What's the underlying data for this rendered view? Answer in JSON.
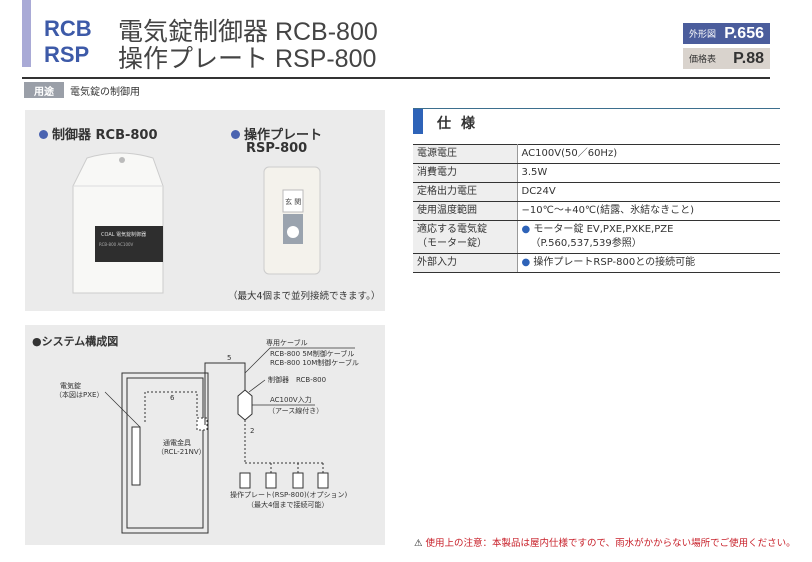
{
  "header": {
    "codes": [
      "RCB",
      "RSP"
    ],
    "titles": [
      "電気錠制御器 RCB-800",
      "操作プレート RSP-800"
    ],
    "badges": [
      {
        "key": "外形図",
        "value": "P.656"
      },
      {
        "key": "価格表",
        "value": "P.88"
      }
    ]
  },
  "use": {
    "tag": "用途",
    "text": "電気錠の制御用"
  },
  "photos": {
    "controller_label": "制御器 RCB-800",
    "plate_label_1": "操作プレート",
    "plate_label_2": "RSP-800",
    "plate_note": "（最大4個まで並列接続できます。）",
    "plate_button_text": "玄 関"
  },
  "diagram": {
    "title": "●システム構成図",
    "labels": {
      "cable_1": "専用ケーブル",
      "cable_2": "RCB-800 5M制御ケーブル",
      "cable_3": "RCB-800 10M制御ケーブル",
      "controller": "制御器　RCB-800",
      "ac_1": "AC100V入力",
      "ac_2": "（アース線付き）",
      "lock_1": "電気錠",
      "lock_2": "（本図はPXE）",
      "hinge_1": "通電金具",
      "hinge_2": "（RCL-21NV）",
      "plate_1": "操作プレート(RSP-800)(オプション)",
      "plate_2": "（最大4個まで接続可能）",
      "n5": "5",
      "n6": "6",
      "n2": "2"
    }
  },
  "spec": {
    "title": "仕様",
    "rows": [
      {
        "k": "電源電圧",
        "v": "AC100V(50／60Hz)"
      },
      {
        "k": "消費電力",
        "v": "3.5W"
      },
      {
        "k": "定格出力電圧",
        "v": "DC24V"
      },
      {
        "k": "使用温度範囲",
        "v": "−10℃〜+40℃(結露、氷結なきこと)"
      },
      {
        "k": "適応する電気錠",
        "k2": "（モーター錠）",
        "v": "モーター錠 EV,PXE,PXKE,PZE",
        "v2": "（P.560,537,539参照）",
        "bullet": true
      },
      {
        "k": "外部入力",
        "v": "操作プレートRSP-800との接続可能",
        "bullet": true
      }
    ]
  },
  "warning": "使用上の注意：本製品は屋内仕様ですので、雨水がかからない場所でご使用ください。",
  "colors": {
    "accent": "#3d5aa8",
    "spec_bar": "#2e63b8",
    "warning": "#c8202a"
  }
}
